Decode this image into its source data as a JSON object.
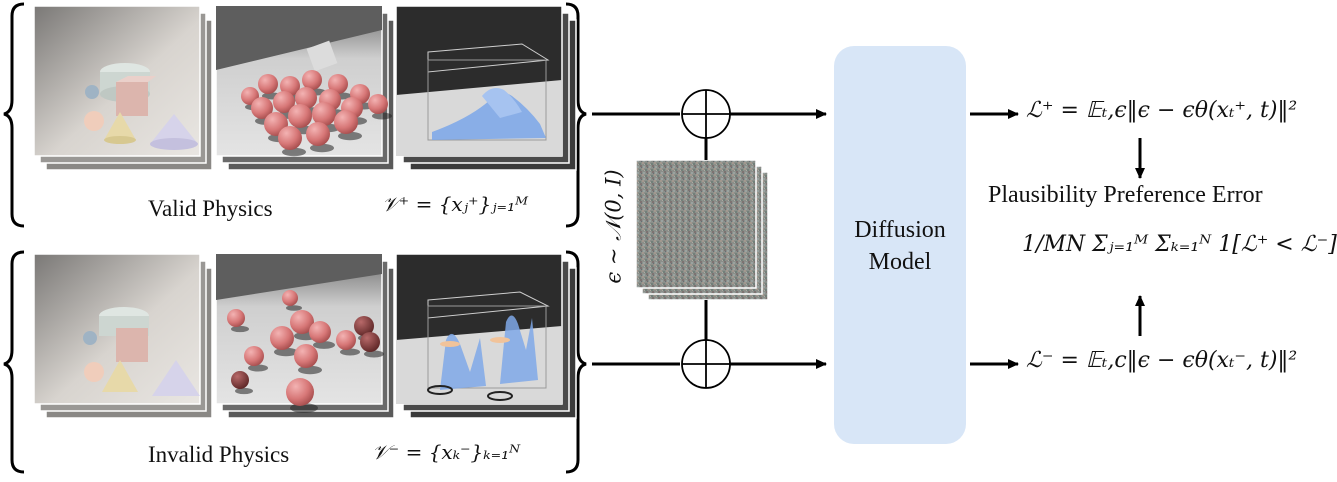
{
  "groups": {
    "valid": {
      "label": "Valid Physics",
      "set_symbol": "𝒱⁺ = {xⱼ⁺}ⱼ₌₁ᴹ"
    },
    "invalid": {
      "label": "Invalid Physics",
      "set_symbol": "𝒱⁻ = {xₖ⁻}ₖ₌₁ᴺ"
    }
  },
  "noise": {
    "label": "ϵ ∼ 𝒩(0, I)"
  },
  "model": {
    "label_line1": "Diffusion",
    "label_line2": "Model"
  },
  "loss_pos": {
    "text": "ℒ⁺ = 𝔼ₜ,ϵ‖ϵ − ϵθ(xₜ⁺, t)‖²"
  },
  "loss_neg": {
    "text": "ℒ⁻ = 𝔼ₜ,c‖ϵ − ϵθ(xₜ⁻, t)‖²"
  },
  "metric": {
    "title": "Plausibility Preference Error",
    "formula": "1/MN Σⱼ₌₁ᴹ Σₖ₌₁ᴺ 1[ℒ⁺ < ℒ⁻]"
  },
  "colors": {
    "model_box": "#d8e6f7",
    "arrow": "#000000",
    "fluid": "#7fa8e8",
    "sphere": "#d98080"
  }
}
